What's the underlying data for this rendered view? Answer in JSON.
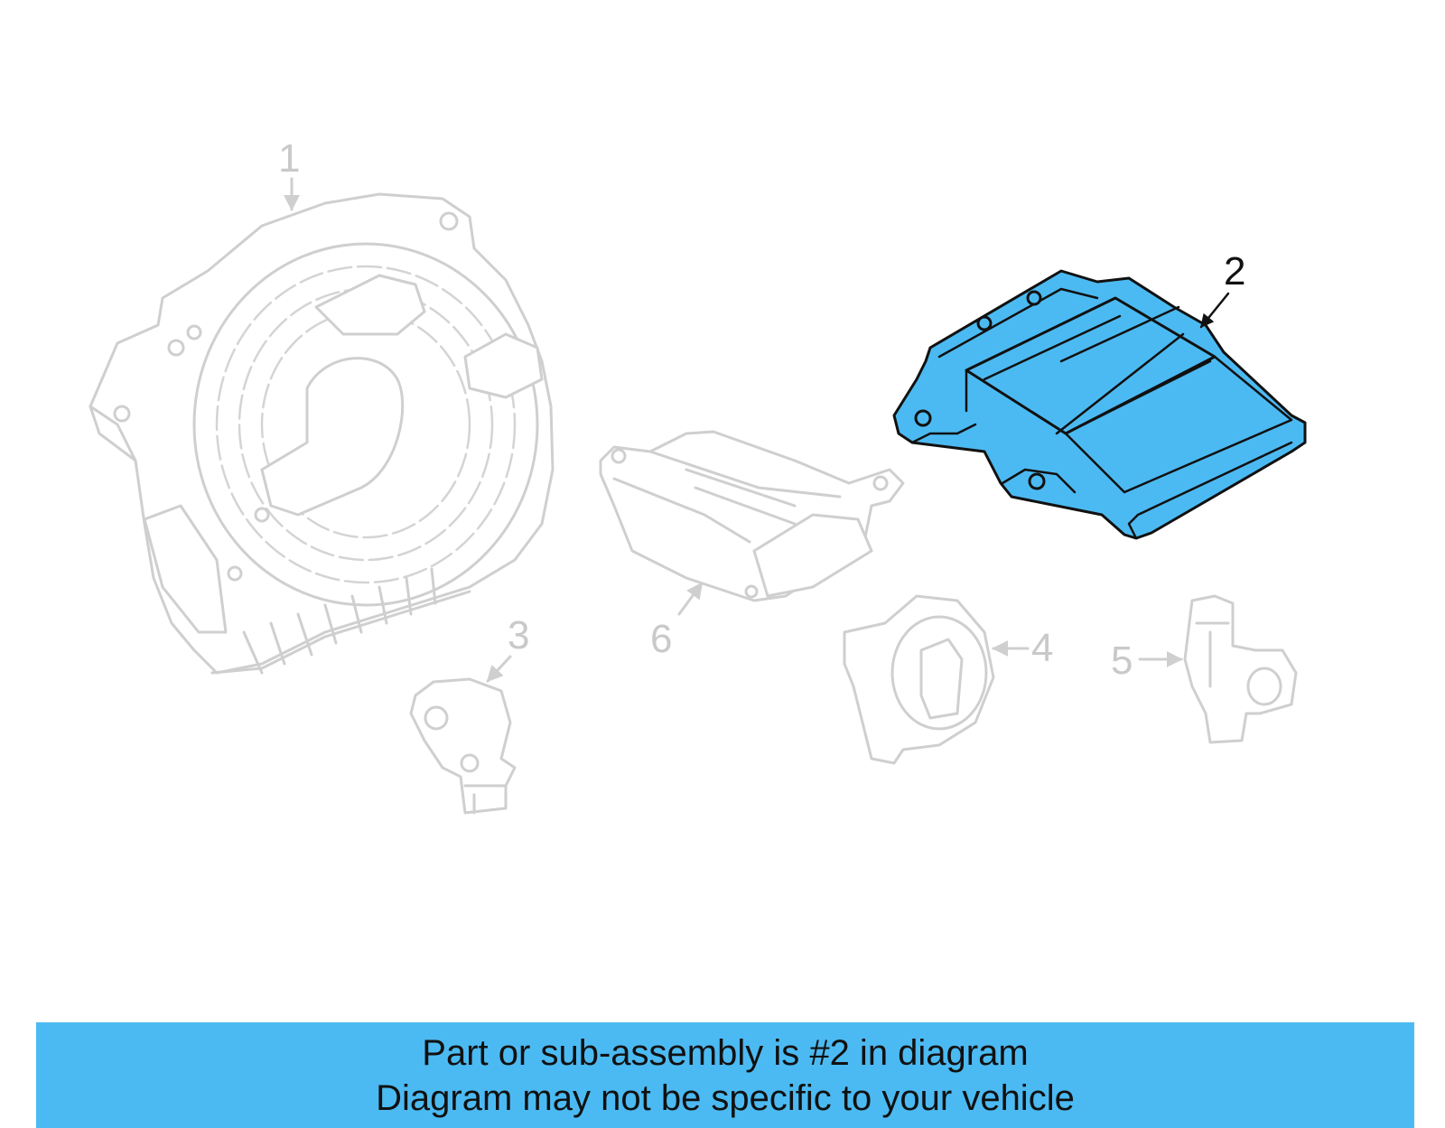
{
  "diagram": {
    "highlight_color": "#4cbaf2",
    "ghost_color": "#cfcfcf",
    "callouts": [
      {
        "id": "1",
        "label": "1"
      },
      {
        "id": "2",
        "label": "2",
        "highlighted": true
      },
      {
        "id": "3",
        "label": "3"
      },
      {
        "id": "4",
        "label": "4"
      },
      {
        "id": "5",
        "label": "5"
      },
      {
        "id": "6",
        "label": "6"
      }
    ]
  },
  "banner": {
    "line1": "Part or sub-assembly is #2 in diagram",
    "line2": "Diagram may not be specific to your vehicle",
    "background": "#4cbaf2"
  }
}
